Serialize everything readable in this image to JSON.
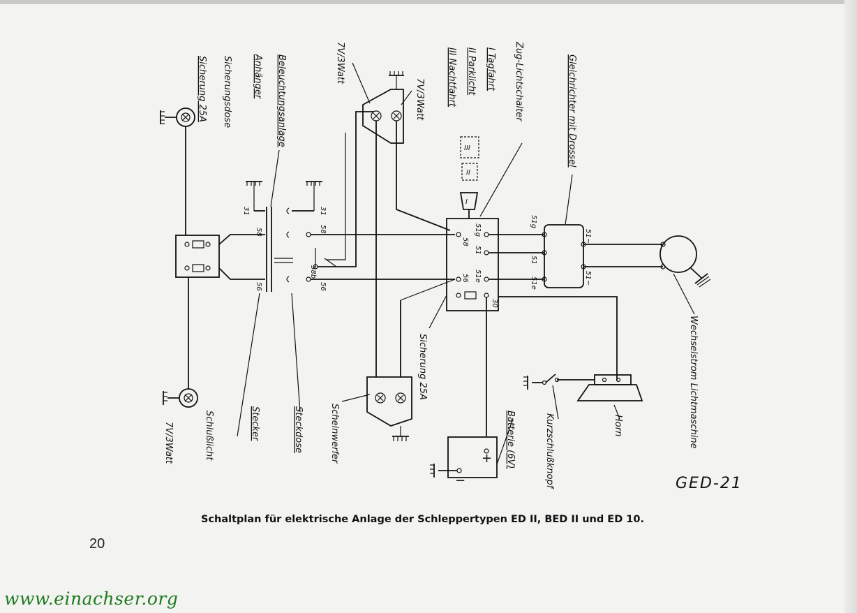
{
  "labels": {
    "sicherung_left": "Sicherung 25A",
    "sicherungsdose": "Sicherungsdose",
    "anhaenger": "Anhänger",
    "beleuchtungsanlage": "Beleuchtungsanlage",
    "lamp_top_watt": "7V/3Watt",
    "lamp_top_watt2": "7V/3Watt",
    "tagfahrt": "I Tagfahrt",
    "parklicht": "II Parklicht",
    "nachtfahrt": "III Nachtfahrt",
    "zug_lichtschalter": "Zug-Lichtschalter",
    "gleichrichter": "Gleichrichter mit Drossel",
    "wechselstrom": "Wechselstrom Lichtmaschine",
    "schlusslicht": "Schlußlicht",
    "schlusslicht_watt": "7V/3Watt",
    "stecker": "Stecker",
    "steckdose": "Steckdose",
    "scheinwerfer": "Scheinwerfer",
    "sicherung_mid": "Sicherung 25A",
    "batterie": "Batterie (6V)",
    "kurzschlussknopf": "Kurzschlußknopf",
    "horn": "Horn",
    "switch_I": "I",
    "switch_II": "II",
    "switch_III": "III",
    "plus": "+",
    "minus": "−"
  },
  "terminals": {
    "t31a": "31",
    "t58a": "58",
    "t56a": "56",
    "t31b": "31",
    "t58b": "58",
    "t58bb": "58b",
    "t56b": "56",
    "t58c": "58",
    "t56c": "56",
    "t51g": "51g",
    "t51": "51",
    "t51e": "51e",
    "t30": "30",
    "t51g2": "51g",
    "t51_2": "51",
    "t51e2": "51e",
    "t51ac1": "51~",
    "t51ac2": "51~"
  },
  "code": "GED-21",
  "caption": "Schaltplan für elektrische Anlage der Schleppertypen ED II, BED II und ED 10.",
  "page_number": "20",
  "website": "www.einachser.org"
}
